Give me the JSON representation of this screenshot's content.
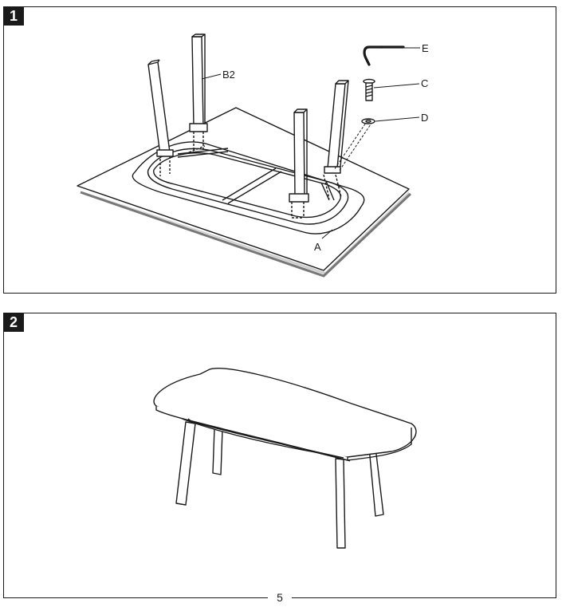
{
  "steps": [
    {
      "number": "1",
      "callouts": {
        "leg": "B2",
        "allen_key": "E",
        "bolt": "C",
        "washer": "D",
        "tabletop": "A"
      }
    },
    {
      "number": "2"
    }
  ],
  "page_number": "5"
}
